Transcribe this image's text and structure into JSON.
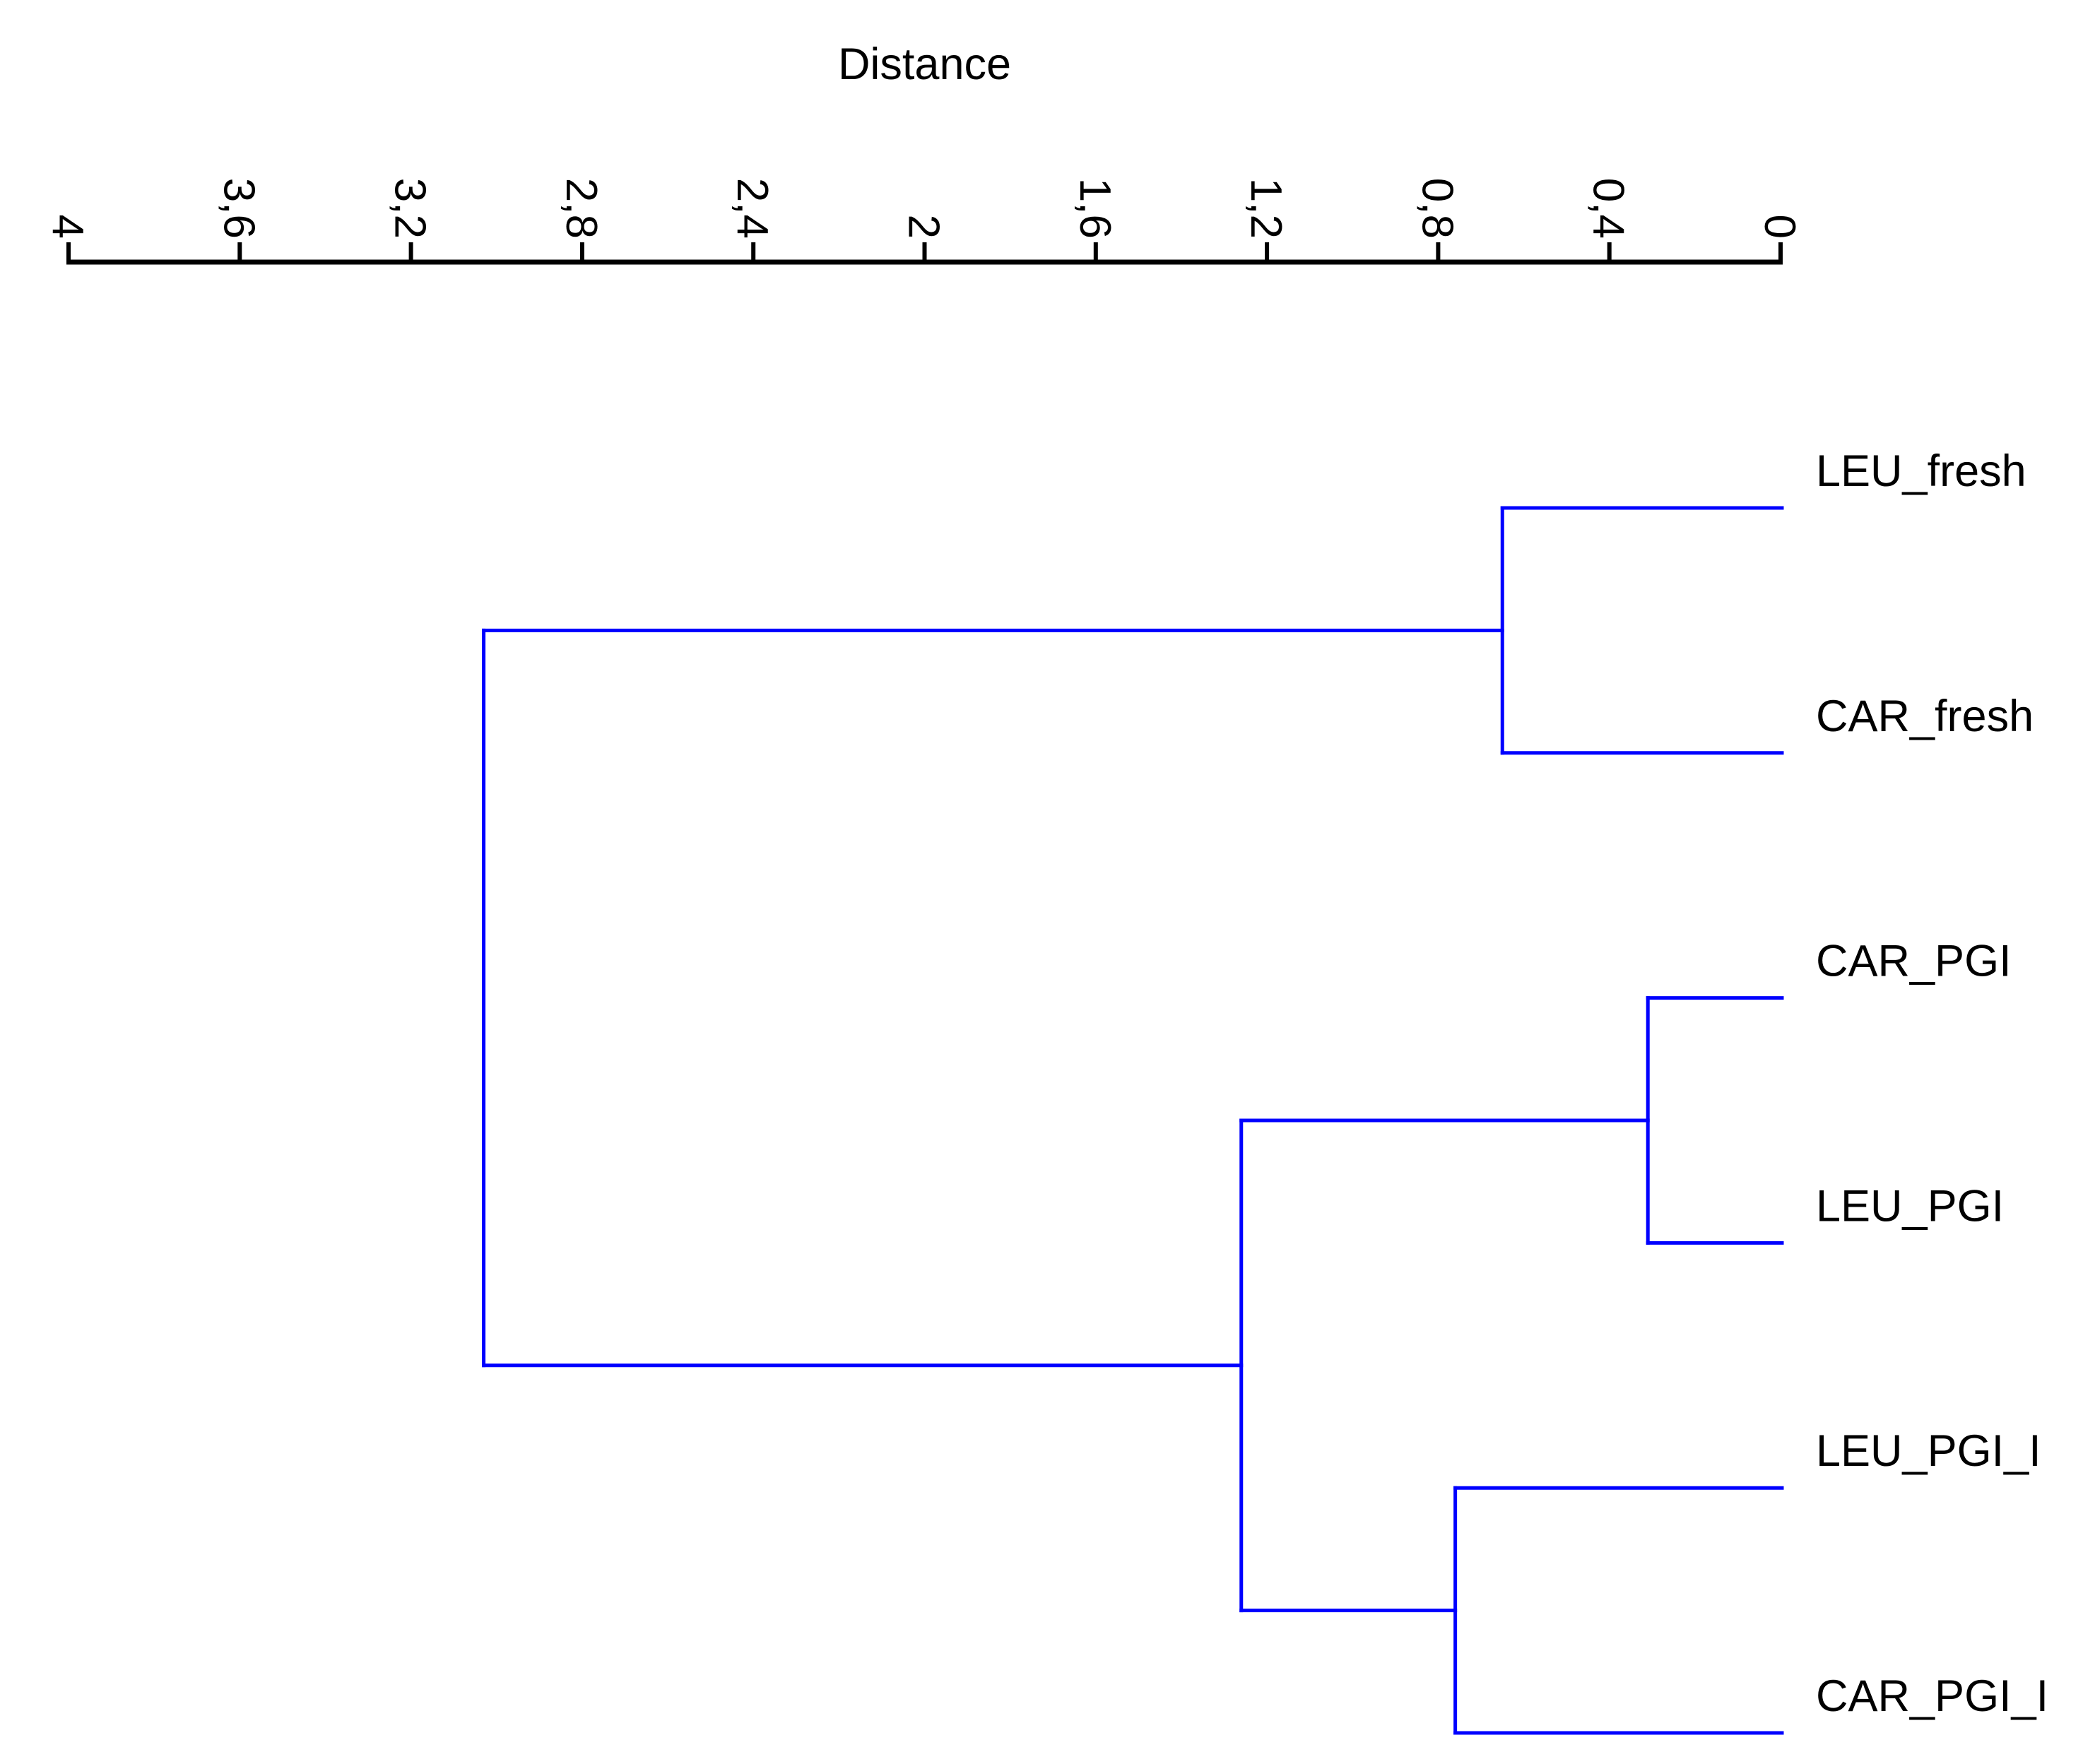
{
  "chart_data": {
    "type": "dendrogram",
    "title": "Distance",
    "orientation": "horizontal, root at left, leaves at right",
    "axis": {
      "label": "Distance",
      "min": 0,
      "max": 4,
      "tick_step": 0.4,
      "direction": "reversed: 4 at left, 0 at right",
      "decimal_separator": ",",
      "tick_label_rotation_deg": 90,
      "ticks": [
        {
          "value": 4,
          "label": "4"
        },
        {
          "value": 3.6,
          "label": "3,6"
        },
        {
          "value": 3.2,
          "label": "3,2"
        },
        {
          "value": 2.8,
          "label": "2,8"
        },
        {
          "value": 2.4,
          "label": "2,4"
        },
        {
          "value": 2,
          "label": "2"
        },
        {
          "value": 1.6,
          "label": "1,6"
        },
        {
          "value": 1.2,
          "label": "1,2"
        },
        {
          "value": 0.8,
          "label": "0,8"
        },
        {
          "value": 0.4,
          "label": "0,4"
        },
        {
          "value": 0,
          "label": "0"
        }
      ]
    },
    "leaves": [
      "LEU_fresh",
      "CAR_fresh",
      "CAR_PGI",
      "LEU_PGI",
      "LEU_PGI_I",
      "CAR_PGI_I"
    ],
    "leaf_terminal_distance": 0,
    "merges": [
      {
        "id": "M1",
        "children": [
          "L0",
          "L1"
        ],
        "distance": 0.65,
        "note": "LEU_fresh + CAR_fresh"
      },
      {
        "id": "M2",
        "children": [
          "L2",
          "L3"
        ],
        "distance": 0.31,
        "note": "CAR_PGI + LEU_PGI"
      },
      {
        "id": "M3",
        "children": [
          "L4",
          "L5"
        ],
        "distance": 0.76,
        "note": "LEU_PGI_I + CAR_PGI_I"
      },
      {
        "id": "M4",
        "children": [
          "M2",
          "M3"
        ],
        "distance": 1.26,
        "note": "PGI cluster"
      },
      {
        "id": "M5",
        "children": [
          "M1",
          "M4"
        ],
        "distance": 3.03,
        "note": "root"
      }
    ],
    "colors": {
      "link": "#0000ff",
      "axis": "#000000",
      "text": "#000000",
      "background": "#ffffff"
    },
    "grid": "off",
    "legend": "none"
  }
}
